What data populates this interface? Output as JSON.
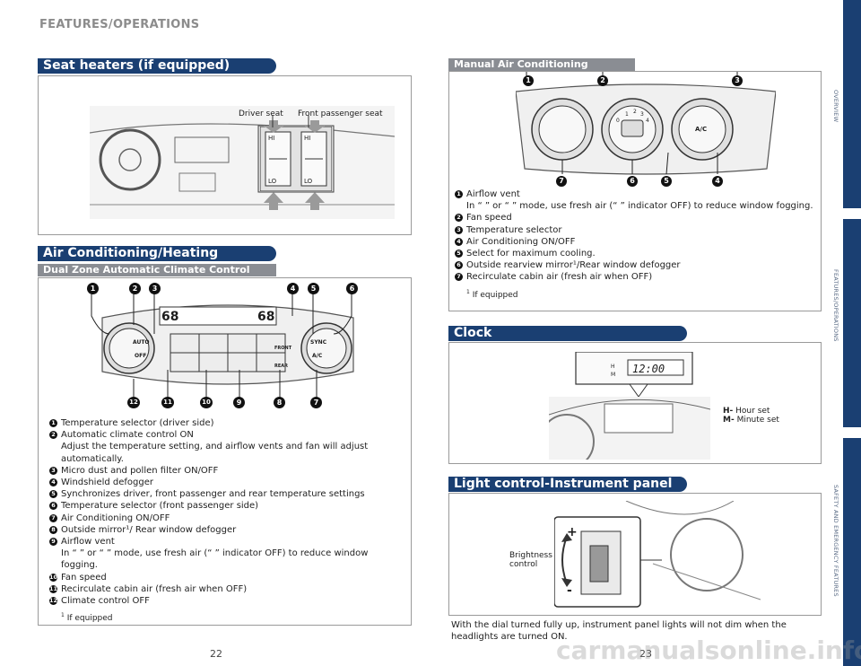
{
  "header": {
    "title": "FEATURES/OPERATIONS"
  },
  "seat_heaters": {
    "title": "Seat heaters (if equipped)",
    "driver_label": "Driver seat",
    "passenger_label": "Front passenger seat",
    "hi": "HI",
    "lo": "LO"
  },
  "air_conditioning": {
    "title": "Air Conditioning/Heating",
    "subtitle": "Dual Zone Automatic Climate Control",
    "panel": {
      "temp_left": "68",
      "temp_right": "68",
      "auto": "AUTO",
      "off": "OFF",
      "sync": "SYNC",
      "ac": "A/C",
      "front": "FRONT",
      "rear": "REAR"
    },
    "callouts_top": [
      "1",
      "2",
      "3",
      "4",
      "5",
      "6"
    ],
    "callouts_bottom": [
      "12",
      "11",
      "10",
      "9",
      "8",
      "7"
    ],
    "items": [
      {
        "num": "1",
        "text": "Temperature selector (driver side)"
      },
      {
        "num": "2",
        "text": "Automatic climate control ON",
        "sub": "Adjust the temperature setting, and airflow vents and fan will adjust automatically."
      },
      {
        "num": "3",
        "text": "Micro dust and pollen filter ON/OFF"
      },
      {
        "num": "4",
        "text": "Windshield defogger"
      },
      {
        "num": "5",
        "text": "Synchronizes driver, front passenger and rear temperature settings"
      },
      {
        "num": "6",
        "text": "Temperature selector (front passenger side)"
      },
      {
        "num": "7",
        "text": "Air Conditioning ON/OFF"
      },
      {
        "num": "8",
        "text": "Outside mirror¹/ Rear window defogger"
      },
      {
        "num": "9",
        "text": "Airflow vent",
        "sub": "In “ ” or “ ” mode, use fresh air (“ ” indicator OFF) to reduce window fogging."
      },
      {
        "num": "10",
        "text": "Fan speed"
      },
      {
        "num": "11",
        "text": "Recirculate cabin air (fresh air when OFF)"
      },
      {
        "num": "12",
        "text": "Climate control OFF"
      }
    ],
    "footnote": "If equipped",
    "footnote_mark": "1"
  },
  "manual_ac": {
    "title": "Manual Air Conditioning",
    "callouts_top": [
      "1",
      "2",
      "3"
    ],
    "callouts_bottom": [
      "7",
      "6",
      "5",
      "4"
    ],
    "dial_labels": {
      "ac": "A/C",
      "fan_zero": "0",
      "fan_1": "1",
      "fan_2": "2",
      "fan_3": "3",
      "fan_4": "4"
    },
    "items": [
      {
        "num": "1",
        "text": "Airflow vent",
        "sub": "In “ ” or “ ” mode, use fresh air (“ ” indicator OFF) to reduce window fogging."
      },
      {
        "num": "2",
        "text": "Fan speed"
      },
      {
        "num": "3",
        "text": "Temperature selector"
      },
      {
        "num": "4",
        "text": "Air Conditioning ON/OFF"
      },
      {
        "num": "5",
        "text": "Select for maximum cooling."
      },
      {
        "num": "6",
        "text": "Outside rearview mirror¹/Rear window defogger"
      },
      {
        "num": "7",
        "text": "Recirculate cabin air (fresh air when OFF)"
      }
    ],
    "footnote": "If equipped",
    "footnote_mark": "1"
  },
  "clock": {
    "title": "Clock",
    "display": "12:00",
    "h_key": "H",
    "m_key": "M",
    "h_label": "H-",
    "h_desc": "Hour set",
    "m_label": "M-",
    "m_desc": "Minute set"
  },
  "light_control": {
    "title": "Light control-Instrument panel",
    "brightness_label_1": "Brightness",
    "brightness_label_2": "control",
    "plus": "+",
    "minus": "-",
    "description_1": "With the dial turned fully up, instrument panel lights will not dim when the",
    "description_2": "headlights are turned ON."
  },
  "side_tabs": [
    "OVERVIEW",
    "FEATURES/OPERATIONS",
    "SAFETY AND EMERGENCY FEATURES"
  ],
  "page_numbers": {
    "left": "22",
    "right": "23"
  },
  "watermark": "carmanualsonline.info",
  "colors": {
    "banner": "#1a3f72",
    "subbar": "#8a8d93",
    "side_tab": "#1a3f72"
  }
}
